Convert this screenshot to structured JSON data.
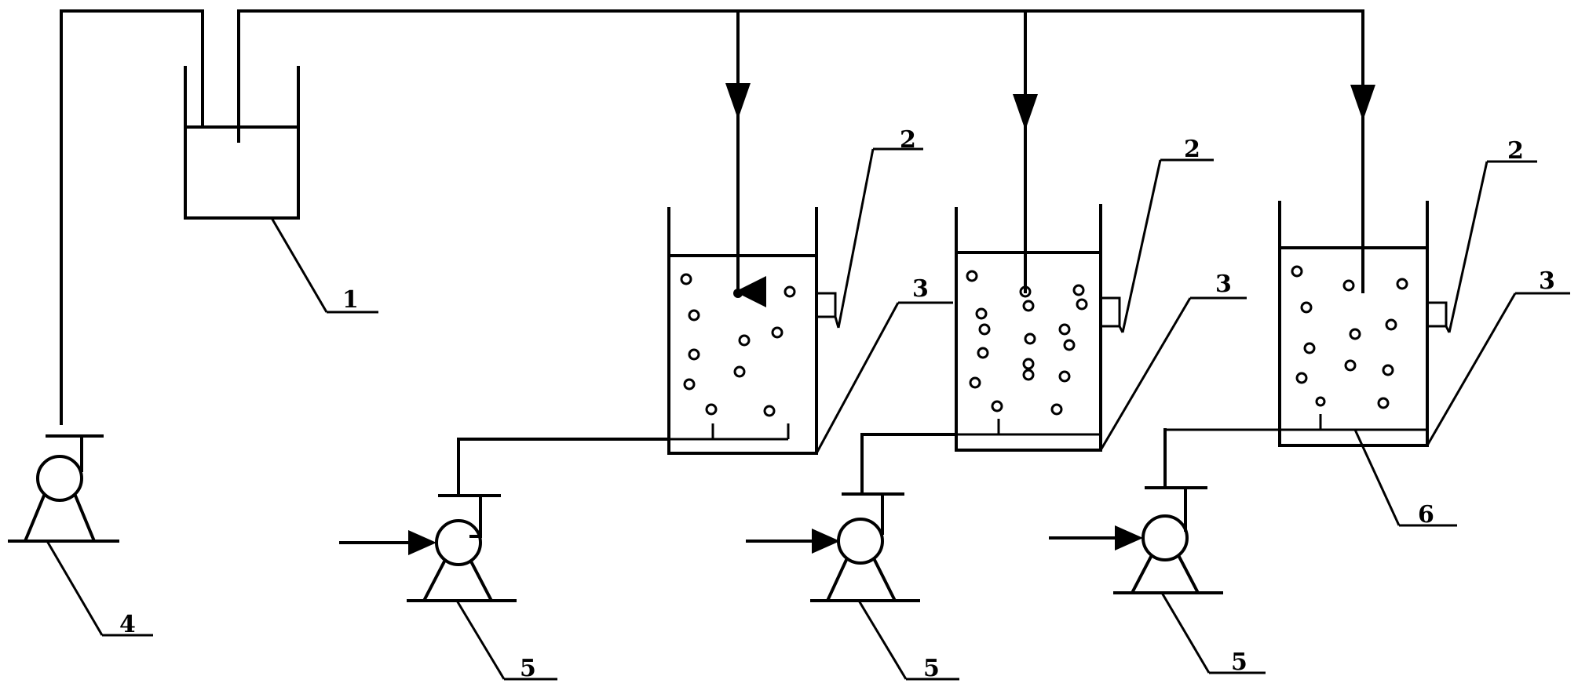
{
  "labels": {
    "feed_tank": "1",
    "overflow_pipe": "2",
    "outlet_pipe": "3",
    "feed_pump": "4",
    "air_pump": "5",
    "aerator": "6"
  },
  "reactor_count": 3
}
